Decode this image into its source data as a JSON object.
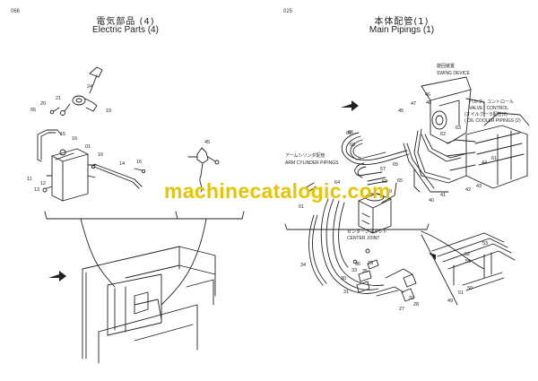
{
  "left_page": {
    "page_number": "066",
    "title_jp": "電気部品 (4)",
    "title_en": "Electric Parts (4)",
    "callouts": [
      "24",
      "21",
      "20",
      "65",
      "19",
      "15",
      "16",
      "01",
      "16",
      "14",
      "16",
      "11",
      "12",
      "13",
      "45"
    ]
  },
  "right_page": {
    "page_number": "025",
    "title_jp": "本体配管(1)",
    "title_en": "Main Pipings (1)",
    "notes": {
      "swing_device_jp": "旋回装置",
      "swing_device_en": "SWING DEVICE",
      "valve_control_jp": "バルブ：コントロール",
      "valve_control_en": "VALVE : CONTROL",
      "oil_cooler_jp": "(オイルクーラ配管(2)",
      "oil_cooler_en": "( OIL COOLER PIPINGS (2)",
      "arm_cylinder_jp": "アームシリンダ配管",
      "arm_cylinder_en": "ARM CYLINDER PIPINGS",
      "center_joint_jp": "センタージョイント",
      "center_joint_en": "CENTER JOINT"
    },
    "callouts": [
      "45",
      "47",
      "46",
      "48",
      "66",
      "62",
      "63",
      "60",
      "61",
      "44",
      "57",
      "65",
      "64",
      "62",
      "59",
      "01",
      "42",
      "43",
      "41",
      "40",
      "66",
      "65",
      "34",
      "33",
      "36",
      "29",
      "35",
      "30",
      "31",
      "28",
      "27",
      "32",
      "53",
      "52",
      "55",
      "50",
      "51",
      "49"
    ]
  },
  "watermark": "machinecatalogic.com"
}
